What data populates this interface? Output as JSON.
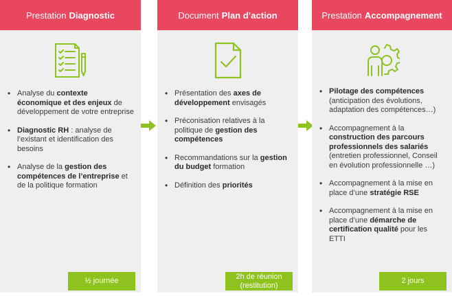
{
  "columns": [
    {
      "title_prefix": "Prestation",
      "title_bold": "Diagnostic",
      "icon": "checklist-icon",
      "items": [
        {
          "parts": [
            {
              "t": "Analyse du "
            },
            {
              "t": "contexte économique et des enjeux",
              "b": true
            },
            {
              "t": " de développement de votre entreprise"
            }
          ]
        },
        {
          "parts": [
            {
              "t": "Diagnostic RH",
              "b": true
            },
            {
              "t": " : analyse de l’existant et identification des besoins"
            }
          ]
        },
        {
          "parts": [
            {
              "t": "Analyse de la "
            },
            {
              "t": "gestion des compétences de l’entreprise",
              "b": true
            },
            {
              "t": " et de la politique formation"
            }
          ]
        }
      ],
      "badge_lines": [
        "½ journée"
      ]
    },
    {
      "title_prefix": "Document",
      "title_bold": "Plan d’action",
      "icon": "document-check-icon",
      "items": [
        {
          "parts": [
            {
              "t": "Présentation des "
            },
            {
              "t": "axes de développement",
              "b": true
            },
            {
              "t": " envisagés"
            }
          ]
        },
        {
          "parts": [
            {
              "t": "Préconisation relatives à la politique de "
            },
            {
              "t": "gestion des compétences",
              "b": true
            }
          ]
        },
        {
          "parts": [
            {
              "t": "Recommandations sur la "
            },
            {
              "t": "gestion du budget",
              "b": true
            },
            {
              "t": " formation"
            }
          ]
        },
        {
          "parts": [
            {
              "t": "Définition des "
            },
            {
              "t": "priorités",
              "b": true
            }
          ]
        }
      ],
      "badge_lines": [
        "2h de réunion",
        "(restitution)"
      ]
    },
    {
      "title_prefix": "Prestation",
      "title_bold": "Accompagnement",
      "icon": "person-gear-icon",
      "items": [
        {
          "parts": [
            {
              "t": "Pilotage des compétences",
              "b": true
            },
            {
              "t": " (anticipation des évolutions, adaptation des compétences…)"
            }
          ]
        },
        {
          "parts": [
            {
              "t": "Accompagnement à la "
            },
            {
              "t": "construction des parcours professionnels des salariés",
              "b": true
            },
            {
              "t": " (entretien professionnel, Conseil en évolution professionnelle …)"
            }
          ]
        },
        {
          "parts": [
            {
              "t": "Accompagnement à la mise en place d’une "
            },
            {
              "t": "stratégie RSE",
              "b": true
            }
          ]
        },
        {
          "parts": [
            {
              "t": "Accompagnement à la mise en place d’une "
            },
            {
              "t": "démarche de certification qualité",
              "b": true
            },
            {
              "t": " pour les ETTI"
            }
          ]
        }
      ],
      "badge_lines": [
        "2 jours"
      ]
    }
  ],
  "colors": {
    "header": "#e9465f",
    "accent": "#8dc21f",
    "panel": "#efefef"
  }
}
